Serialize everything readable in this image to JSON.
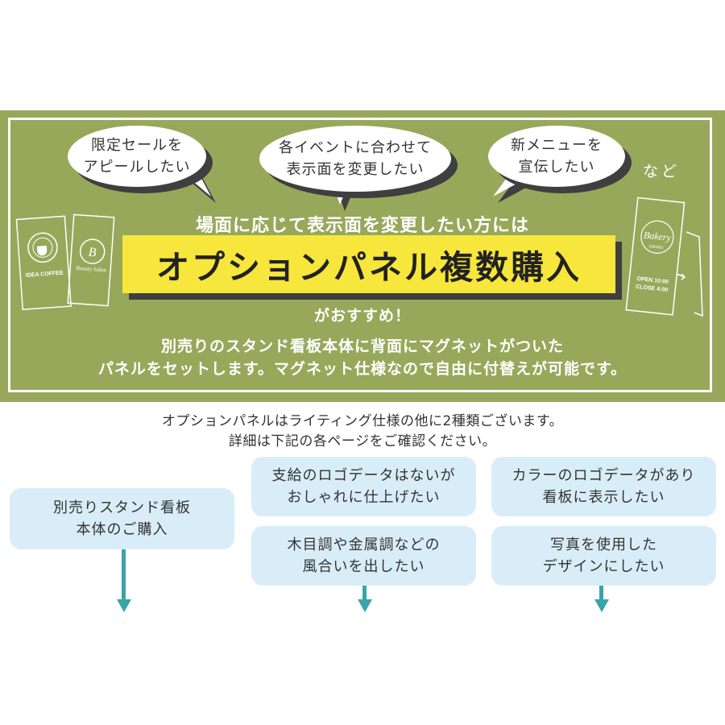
{
  "banner": {
    "bubbles": [
      {
        "line1": "限定セールを",
        "line2": "アピールしたい"
      },
      {
        "line1": "各イベントに合わせて",
        "line2": "表示面を変更したい"
      },
      {
        "line1": "新メニューを",
        "line2": "宣伝したい"
      }
    ],
    "etc": "など",
    "headline": "場面に応じて表示面を変更したい方には",
    "highlight": "オプションパネル複数購入",
    "recommend": "がおすすめ！",
    "desc_line1": "別売りのスタンド看板本体に背面にマグネットがついた",
    "desc_line2": "パネルをセットします。マグネット仕様なので自由に付替えが可能です。",
    "left_panel": {
      "brand1": "IDEA COFFEE",
      "brand2": "Beauty Salon"
    },
    "right_panel": {
      "brand": "Bakery",
      "sub": "GRAND",
      "hours1": "OPEN 10:00",
      "hours2": "CLOSE 4:00"
    }
  },
  "note": {
    "line1": "オプションパネルはライティング仕様の他に2種類ございます。",
    "line2": "詳細は下記の各ページをご確認ください。"
  },
  "options": [
    {
      "boxes": [
        {
          "line1": "別売りスタンド看板",
          "line2": "本体のご購入"
        }
      ]
    },
    {
      "boxes": [
        {
          "line1": "支給のロゴデータはないが",
          "line2": "おしゃれに仕上げたい"
        },
        {
          "line1": "木目調や金属調などの",
          "line2": "風合いを出したい"
        }
      ]
    },
    {
      "boxes": [
        {
          "line1": "カラーのロゴデータがあり",
          "line2": "看板に表示したい"
        },
        {
          "line1": "写真を使用した",
          "line2": "デザインにしたい"
        }
      ]
    }
  ],
  "colors": {
    "banner_green": "#97a85b",
    "highlight_yellow": "#f7e63c",
    "box_blue": "#d8edf7",
    "arrow_teal": "#3aa3a8"
  }
}
